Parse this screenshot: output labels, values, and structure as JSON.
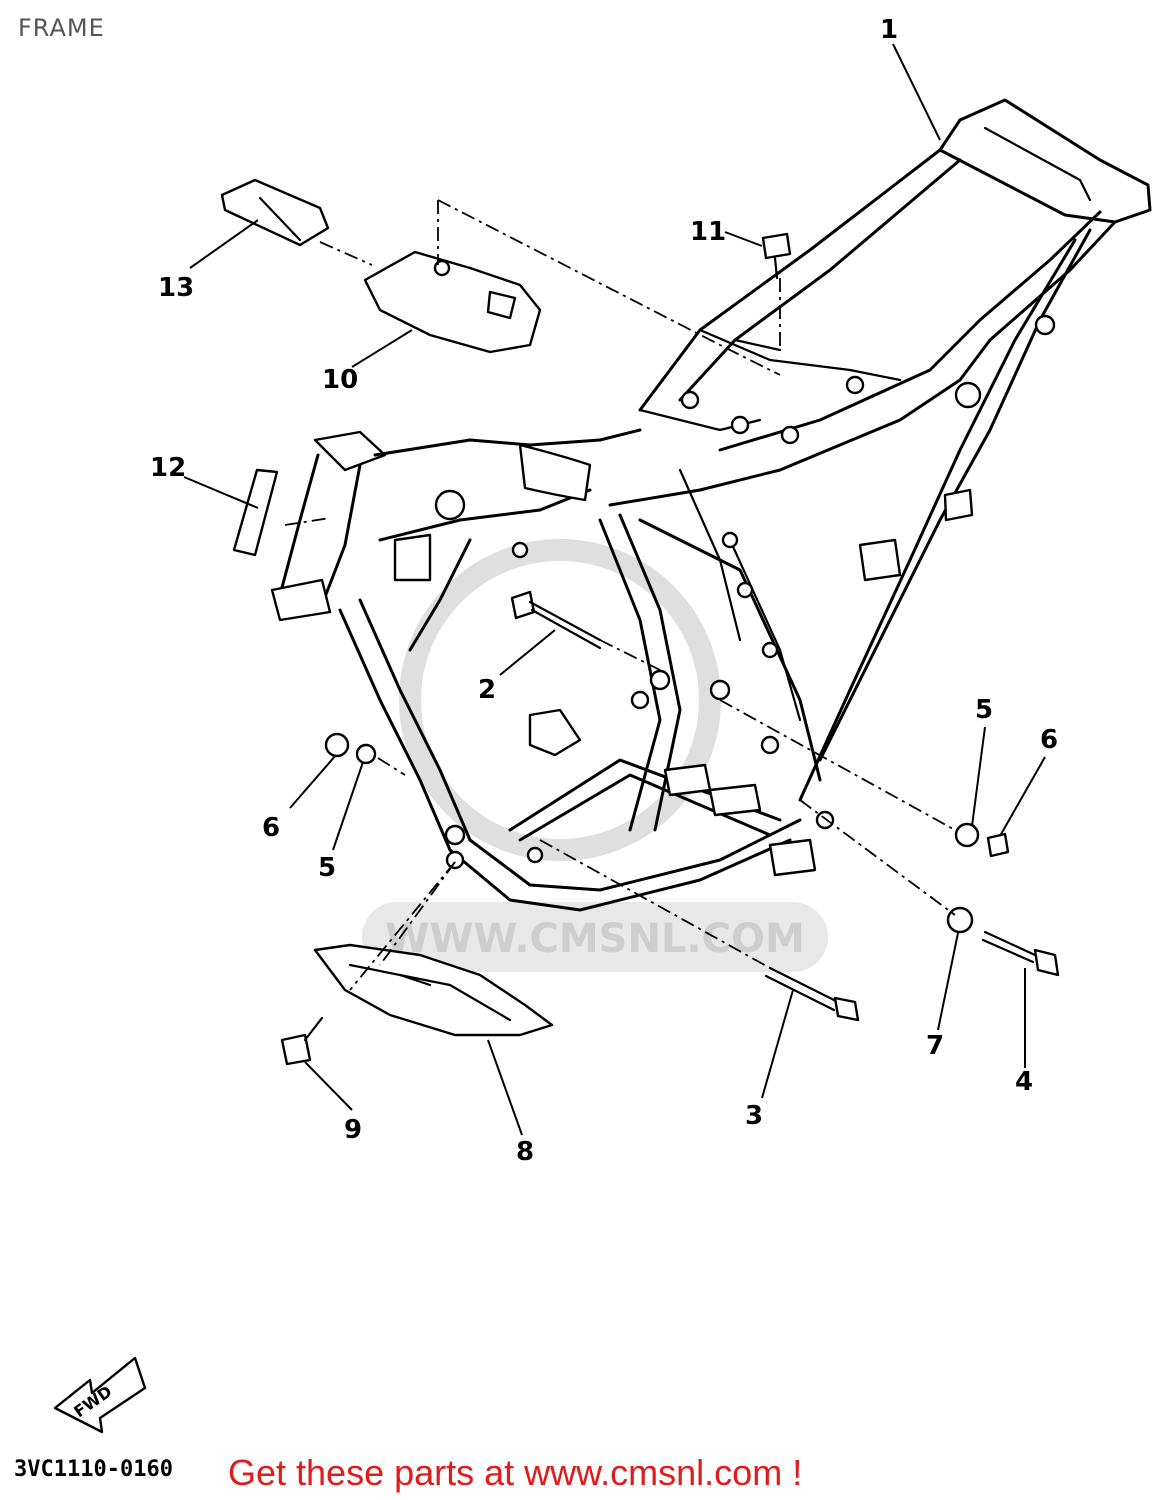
{
  "title": "FRAME",
  "part_code": "3VC1110-0160",
  "call_to_action": "Get these parts at www.cmsnl.com !",
  "watermark": "WWW.CMSNL.COM",
  "fwd_label": "FWD",
  "callouts": {
    "c1": "1",
    "c2": "2",
    "c3": "3",
    "c4": "4",
    "c5a": "5",
    "c5b": "5",
    "c6a": "6",
    "c6b": "6",
    "c7": "7",
    "c8": "8",
    "c9": "9",
    "c10": "10",
    "c11": "11",
    "c12": "12",
    "c13": "13"
  }
}
